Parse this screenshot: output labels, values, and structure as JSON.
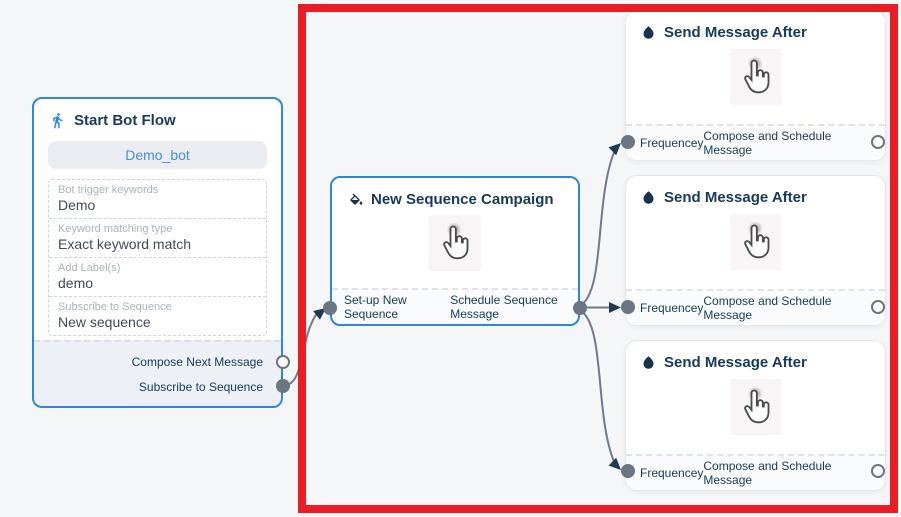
{
  "canvas": {
    "background": "#f5f6f8"
  },
  "colors": {
    "accent_blue": "#2e86de",
    "navy_text": "#173a5c",
    "edge_gray": "#6e7b8a",
    "arrow_navy": "#1e3a52",
    "highlight_red": "#ec1c24",
    "handle_gray": "#6b7583"
  },
  "start_node": {
    "icon": "walking-person-icon",
    "title": "Start Bot Flow",
    "bot_button": "Demo_bot",
    "fields": [
      {
        "label": "Bot trigger keywords",
        "value": "Demo"
      },
      {
        "label": "Keyword matching type",
        "value": "Exact keyword match"
      },
      {
        "label": "Add Label(s)",
        "value": "demo"
      },
      {
        "label": "Subscribe to Sequence",
        "value": "New sequence"
      }
    ],
    "outputs": [
      {
        "label": "Compose Next Message",
        "handle": "empty"
      },
      {
        "label": "Subscribe to Sequence",
        "handle": "filled"
      }
    ]
  },
  "sequence_node": {
    "icon": "paint-bucket-icon",
    "title": "New Sequence Campaign",
    "center_graphic": "hand-pointer-icon",
    "output_left": "Set-up New Sequence",
    "output_right": "Schedule Sequence Message"
  },
  "send_nodes": [
    {
      "icon": "water-drop-icon",
      "title": "Send Message After",
      "center_graphic": "hand-pointer-icon",
      "input_label": "Frequencey",
      "output_label": "Compose and Schedule Message"
    },
    {
      "icon": "water-drop-icon",
      "title": "Send Message After",
      "center_graphic": "hand-pointer-icon",
      "input_label": "Frequencey",
      "output_label": "Compose and Schedule Message"
    },
    {
      "icon": "water-drop-icon",
      "title": "Send Message After",
      "center_graphic": "hand-pointer-icon",
      "input_label": "Frequencey",
      "output_label": "Compose and Schedule Message"
    }
  ]
}
